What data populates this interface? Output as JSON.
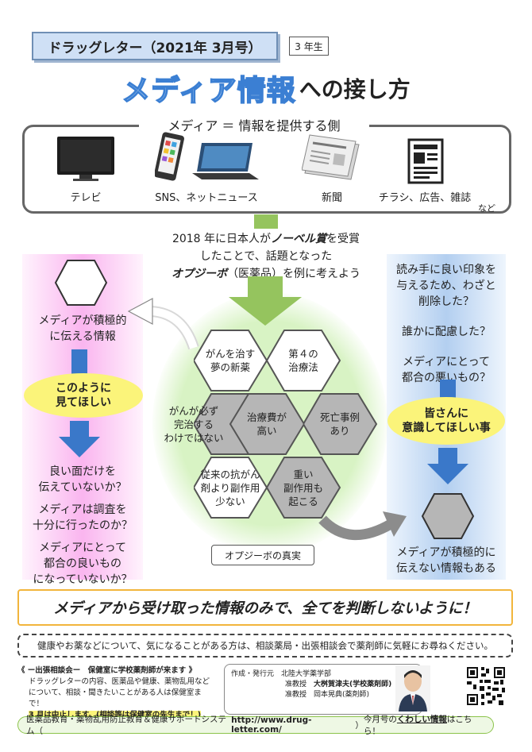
{
  "header": {
    "title": "ドラッグレター（2021年 3月号）",
    "grade": "3 年生"
  },
  "headline": {
    "colored": "メディア情報",
    "rest": "への接し方"
  },
  "media": {
    "title": "メディア ＝ 情報を提供する側",
    "items": [
      {
        "label": "テレビ"
      },
      {
        "label": "SNS、ネットニュース"
      },
      {
        "label": "新聞"
      },
      {
        "label": "チラシ、広告、雑誌"
      }
    ],
    "note": "など"
  },
  "intro": {
    "line1_pre": "2018 年に日本人が",
    "line1_bold": "ノーベル賞",
    "line1_post": "を受賞",
    "line2": "したことで、話題となった",
    "line3_bold": "オプジーボ",
    "line3_post": "（医薬品）を例に考えよう"
  },
  "left": {
    "label1": "メディアが積極的",
    "label2": "に伝える情報",
    "ellipse1": "このように",
    "ellipse2": "見てほしい",
    "q1a": "良い面だけを",
    "q1b": "伝えていないか？",
    "q2a": "メディアは調査を",
    "q2b": "十分に行ったのか？",
    "q3a": "メディアにとって",
    "q3b": "都合の良いもの",
    "q3c": "になっていないか？"
  },
  "right": {
    "q1a": "読み手に良い印象を",
    "q1b": "与えるため、わざと",
    "q1c": "削除した？",
    "q2": "誰かに配慮した？",
    "q3a": "メディアにとって",
    "q3b": "都合の悪いもの？",
    "ellipse1": "皆さんに",
    "ellipse2": "意識してほしい事",
    "label1": "メディアが積極的に",
    "label2": "伝えない情報もある"
  },
  "hexes": {
    "h1a": "がんを治す",
    "h1b": "夢の新薬",
    "h2a": "第４の",
    "h2b": "治療法",
    "h3a": "がんが必ず",
    "h3b": "完治する",
    "h3c": "わけではない",
    "h4a": "治療費が",
    "h4b": "高い",
    "h5a": "死亡事例",
    "h5b": "あり",
    "h6a": "従来の抗がん",
    "h6b": "剤より副作用",
    "h6c": "少ない",
    "h7a": "重い",
    "h7b": "副作用も",
    "h7c": "起こる"
  },
  "truth_label": "オプジーボの真実",
  "banner": "メディアから受け取った情報のみで、全てを判断しないように！",
  "consult": "健康やお薬などについて、気になることがある方は、相談薬局・出張相談会で薬剤師に気軽にお尋ねください。",
  "dispatch": {
    "head": "《 ー出張相談会ー　保健室に学校薬剤師が来ます 》",
    "l1": "ドラッグレターの内容、医薬品や健康、薬物乱用など",
    "l2": "について、相談・聞きたいことがある人は保健室まで！",
    "l3": "3 月は中止します。(相談等は保健室の先生まで！)"
  },
  "publisher": {
    "label": "作成・発行元",
    "org": "北陸大学薬学部",
    "p1_title": "准教授",
    "p1_name": "大桝賀津夫(学校薬剤師)",
    "p2_title": "准教授",
    "p2_name": "岡本晃典(薬剤師)"
  },
  "footer": {
    "system": "医薬品教育・薬物乱用防止教育＆健康サポートシステム（",
    "url": "http://www.drug-letter.com/",
    "close": "）",
    "more_pre": "今月号の",
    "more_link": "くわしい情報",
    "more_post": "はこちら！"
  },
  "colors": {
    "hex_fill": "#b6b6b6",
    "arrow_blue": "#3a78c9",
    "arrow_green": "#95c45e",
    "highlight": "#fbf47a"
  }
}
